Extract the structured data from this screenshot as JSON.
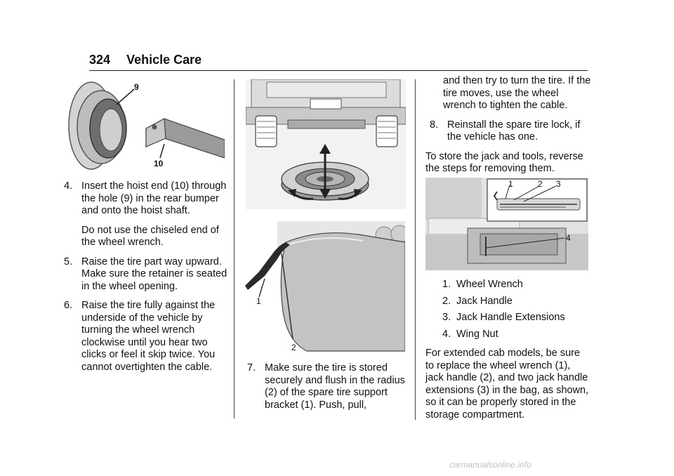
{
  "header": {
    "page_number": "324",
    "title": "Vehicle Care"
  },
  "figures": {
    "hoist": {
      "callouts": [
        "9",
        "10"
      ]
    },
    "bracket": {
      "callouts": [
        "1",
        "2"
      ]
    },
    "tools": {
      "callouts": [
        "1",
        "2",
        "3",
        "4"
      ]
    }
  },
  "col1": {
    "step4": {
      "num": "4.",
      "text": "Insert the hoist end (10) through the hole (9) in the rear bumper and onto the hoist shaft."
    },
    "step4_note": "Do not use the chiseled end of the wheel wrench.",
    "step5": {
      "num": "5.",
      "text": "Raise the tire part way upward. Make sure the retainer is seated in the wheel opening."
    },
    "step6": {
      "num": "6.",
      "text": "Raise the tire fully against the underside of the vehicle by turning the wheel wrench clockwise until you hear two clicks or feel it skip twice. You cannot overtighten the cable."
    }
  },
  "col2": {
    "step7": {
      "num": "7.",
      "text": "Make sure the tire is stored securely and flush in the radius (2) of the spare tire support bracket (1). Push, pull,"
    }
  },
  "col3": {
    "step7_cont": "and then try to turn the tire. If the tire moves, use the wheel wrench to tighten the cable.",
    "step8": {
      "num": "8.",
      "text": "Reinstall the spare tire lock, if the vehicle has one."
    },
    "store_para": "To store the jack and tools, reverse the steps for removing them.",
    "tools_list": [
      {
        "num": "1.",
        "label": "Wheel Wrench"
      },
      {
        "num": "2.",
        "label": "Jack Handle"
      },
      {
        "num": "3.",
        "label": "Jack Handle Extensions"
      },
      {
        "num": "4.",
        "label": "Wing Nut"
      }
    ],
    "extended_para": "For extended cab models, be sure to replace the wheel wrench (1), jack handle (2), and two jack handle extensions (3) in the bag, as shown, so it can be properly stored in the storage compartment."
  },
  "footer": {
    "watermark": "carmanualsonline.info"
  }
}
